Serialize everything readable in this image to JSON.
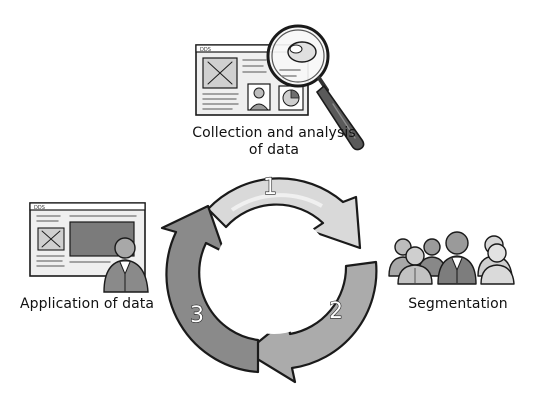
{
  "labels": {
    "step1_title_line1": "Collection and analysis",
    "step1_title_line2": "of data",
    "step2_title": "Segmentation",
    "step3_title": "Application of data"
  },
  "cycle": {
    "step_numbers": [
      "1",
      "2",
      "3"
    ],
    "arrow_colors": [
      "#d9d9d9",
      "#ababab",
      "#8a8a8a"
    ],
    "outline_color": "#1a1a1a"
  },
  "icons": {
    "top": "magnifier-over-dashboard-icon",
    "right": "people-group-icon",
    "left": "presentation-screen-person-icon"
  }
}
